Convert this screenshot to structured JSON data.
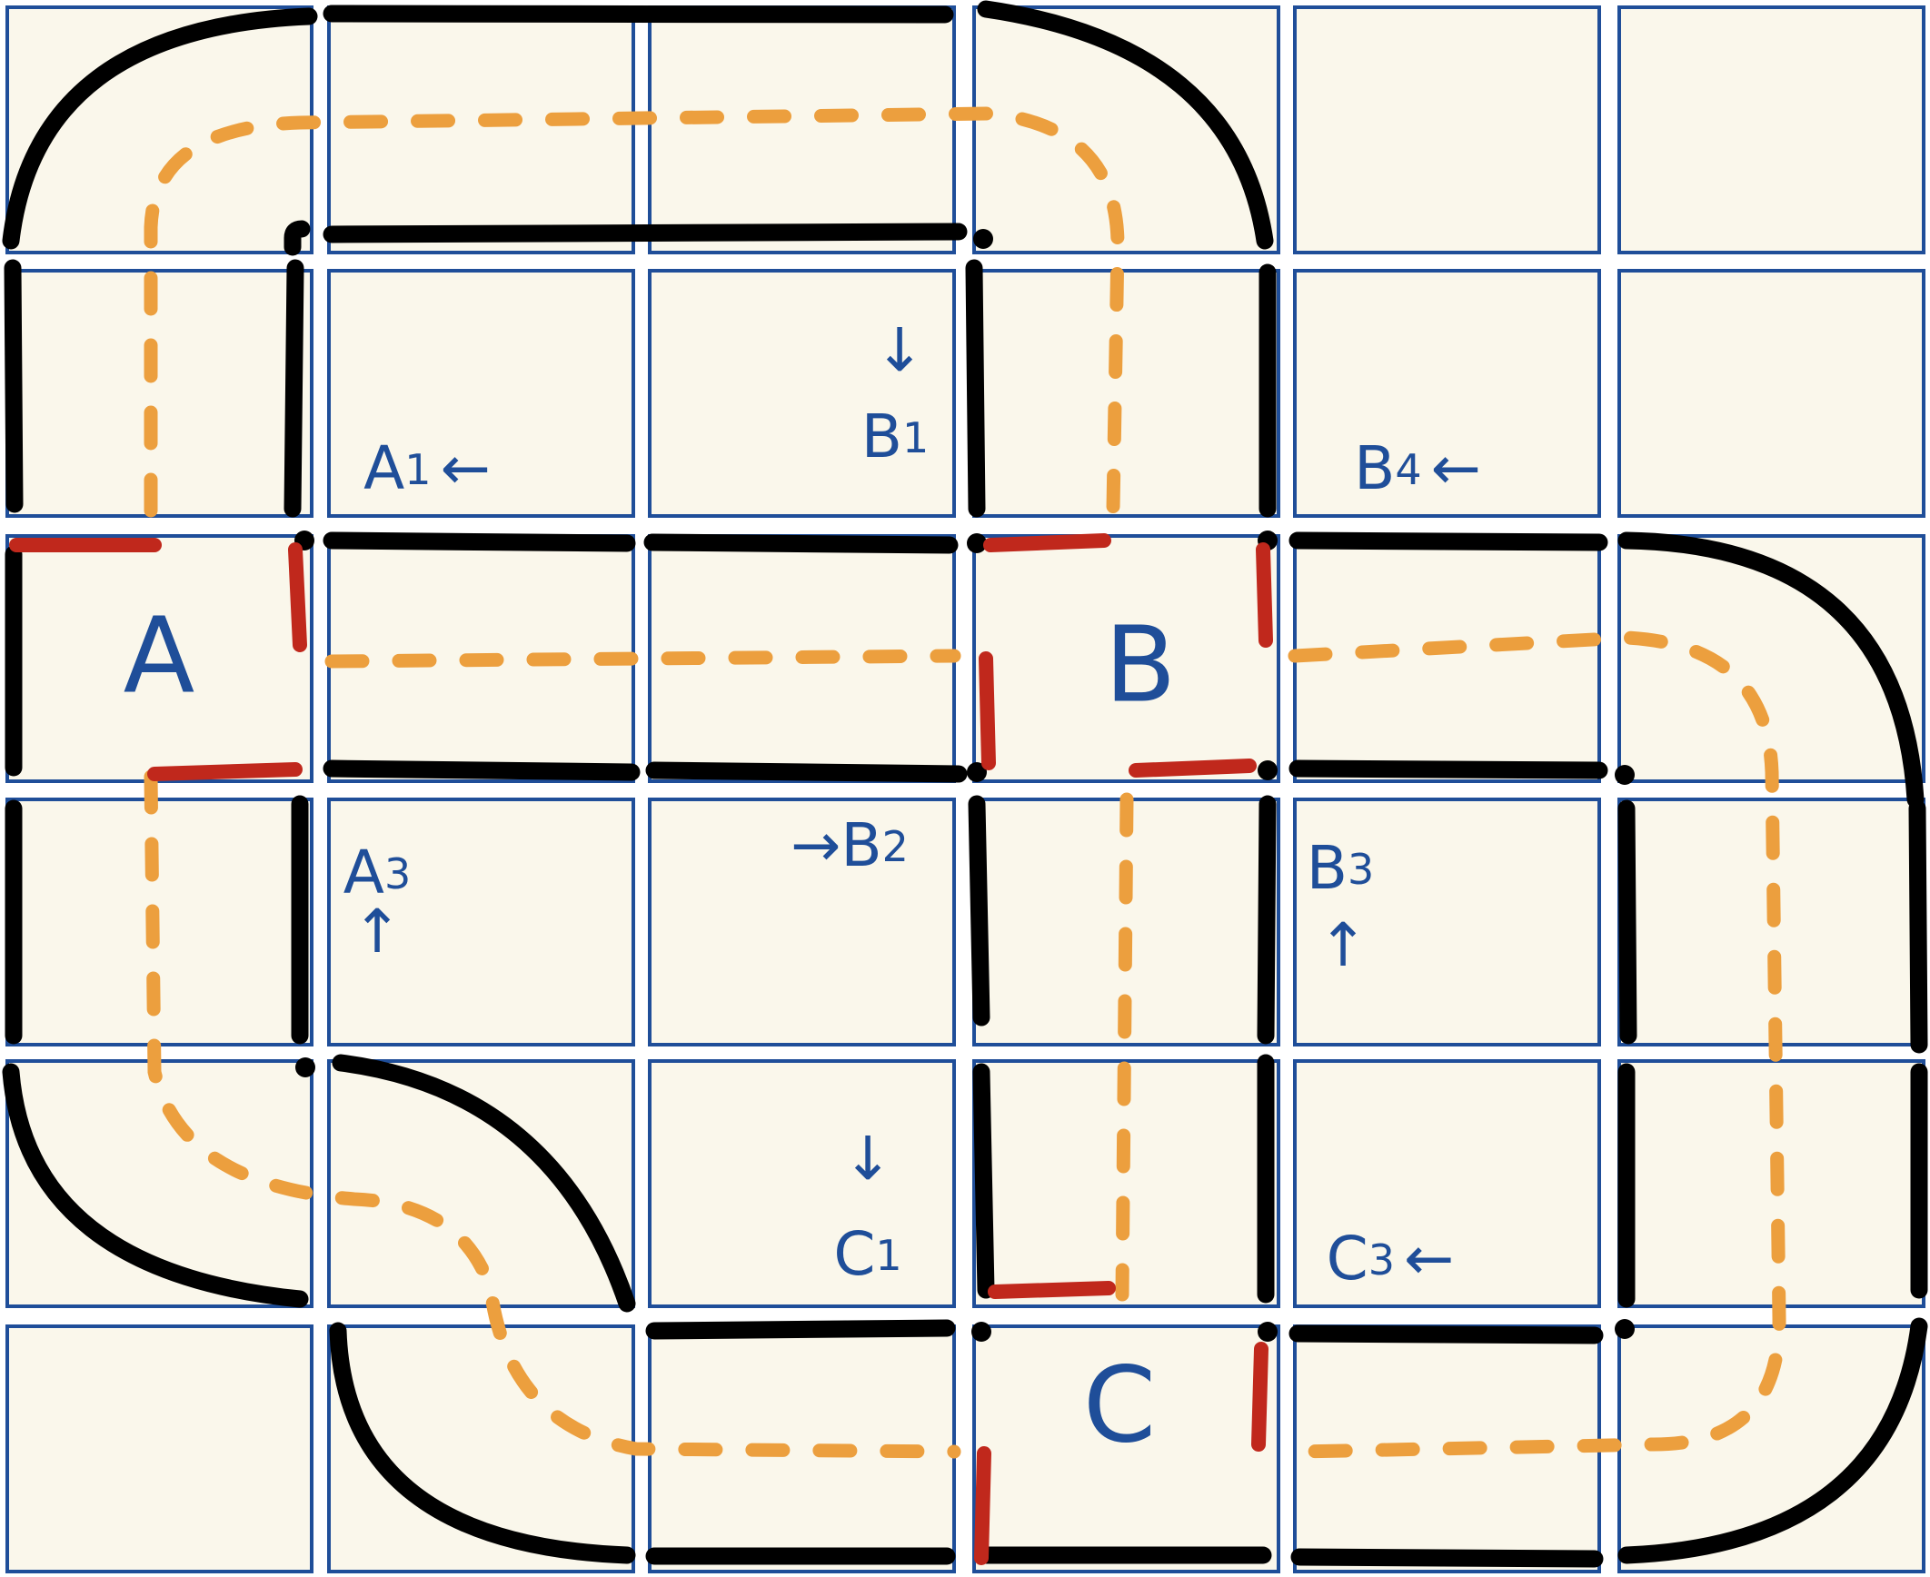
{
  "diagram": {
    "stations": [
      {
        "id": "A",
        "label": "A"
      },
      {
        "id": "B",
        "label": "B"
      },
      {
        "id": "C",
        "label": "C"
      }
    ],
    "entry_points": [
      {
        "id": "A1",
        "letter": "A",
        "num": "1",
        "arrow": "←"
      },
      {
        "id": "A3",
        "letter": "A",
        "num": "3",
        "arrow": "↑"
      },
      {
        "id": "B1",
        "letter": "B",
        "num": "1",
        "arrow": "↓"
      },
      {
        "id": "B2",
        "letter": "B",
        "num": "2",
        "arrow": "→"
      },
      {
        "id": "B3",
        "letter": "B",
        "num": "3",
        "arrow": "↑"
      },
      {
        "id": "B4",
        "letter": "B",
        "num": "4",
        "arrow": "←"
      },
      {
        "id": "C1",
        "letter": "C",
        "num": "1",
        "arrow": "↓"
      },
      {
        "id": "C3",
        "letter": "C",
        "num": "3",
        "arrow": "←"
      }
    ],
    "colors": {
      "grid_line": "#1f4e99",
      "cell_fill": "#faf7eb",
      "wall": "#000000",
      "gate": "#c0281c",
      "route": "#ec9f3e",
      "label": "#1f4e99"
    }
  }
}
